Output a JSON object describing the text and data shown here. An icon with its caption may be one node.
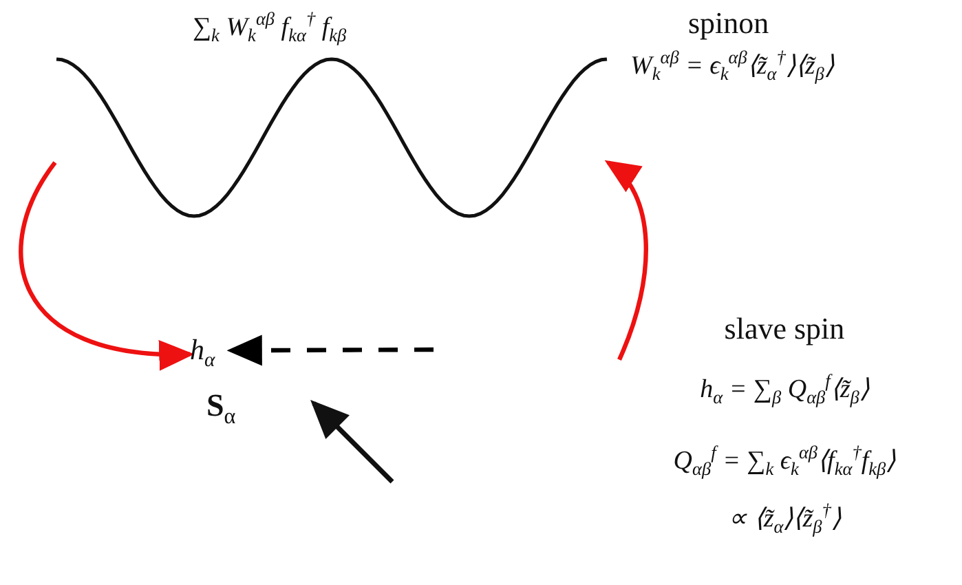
{
  "diagram": {
    "nodes": [
      {
        "text": [
          "∑$_{k}$ W$_{k}$$^{αβ}$ f$_{kα}$$^{†}$ f$_{kβ}$"
        ],
        "beside": [
          "spinon",
          "W$_{k}$$^{αβ}$ = ϵ$_{k}$$^{αβ}$⟨z̃$_{α}$$^{†}$⟩⟨z̃$_{β}$⟩"
        ]
      },
      {
        "text": [
          "slave spin",
          "h$_{α}$ = ∑$_{β}$ Q$_{αβ}$$^{f}$⟨z̃$_{β}$⟩",
          "Q$_{αβ}$$^{f}$ = ∑$_{k}$ ϵ$_{k}$$^{αβ}$⟨f$_{kα}$$^{†}$f$_{kβ}$⟩ ∝ ⟨z̃$_{α}$⟩⟨z̃$_{β}$$^{†}$⟩"
        ]
      },
      {
        "text": [
          "h$_{α}$"
        ]
      }
    ],
    "edges": [
      {
        "from": 0,
        "to": 2,
        "arrow": "to"
      },
      {
        "from": 1,
        "to": 0,
        "arrow": "to"
      },
      {
        "from": null,
        "to": 2,
        "arrow": "to",
        "style": "dashed",
        "color": "#000000"
      }
    ],
    "labels": [
      "**S**$_{α}$"
    ]
  }
}
